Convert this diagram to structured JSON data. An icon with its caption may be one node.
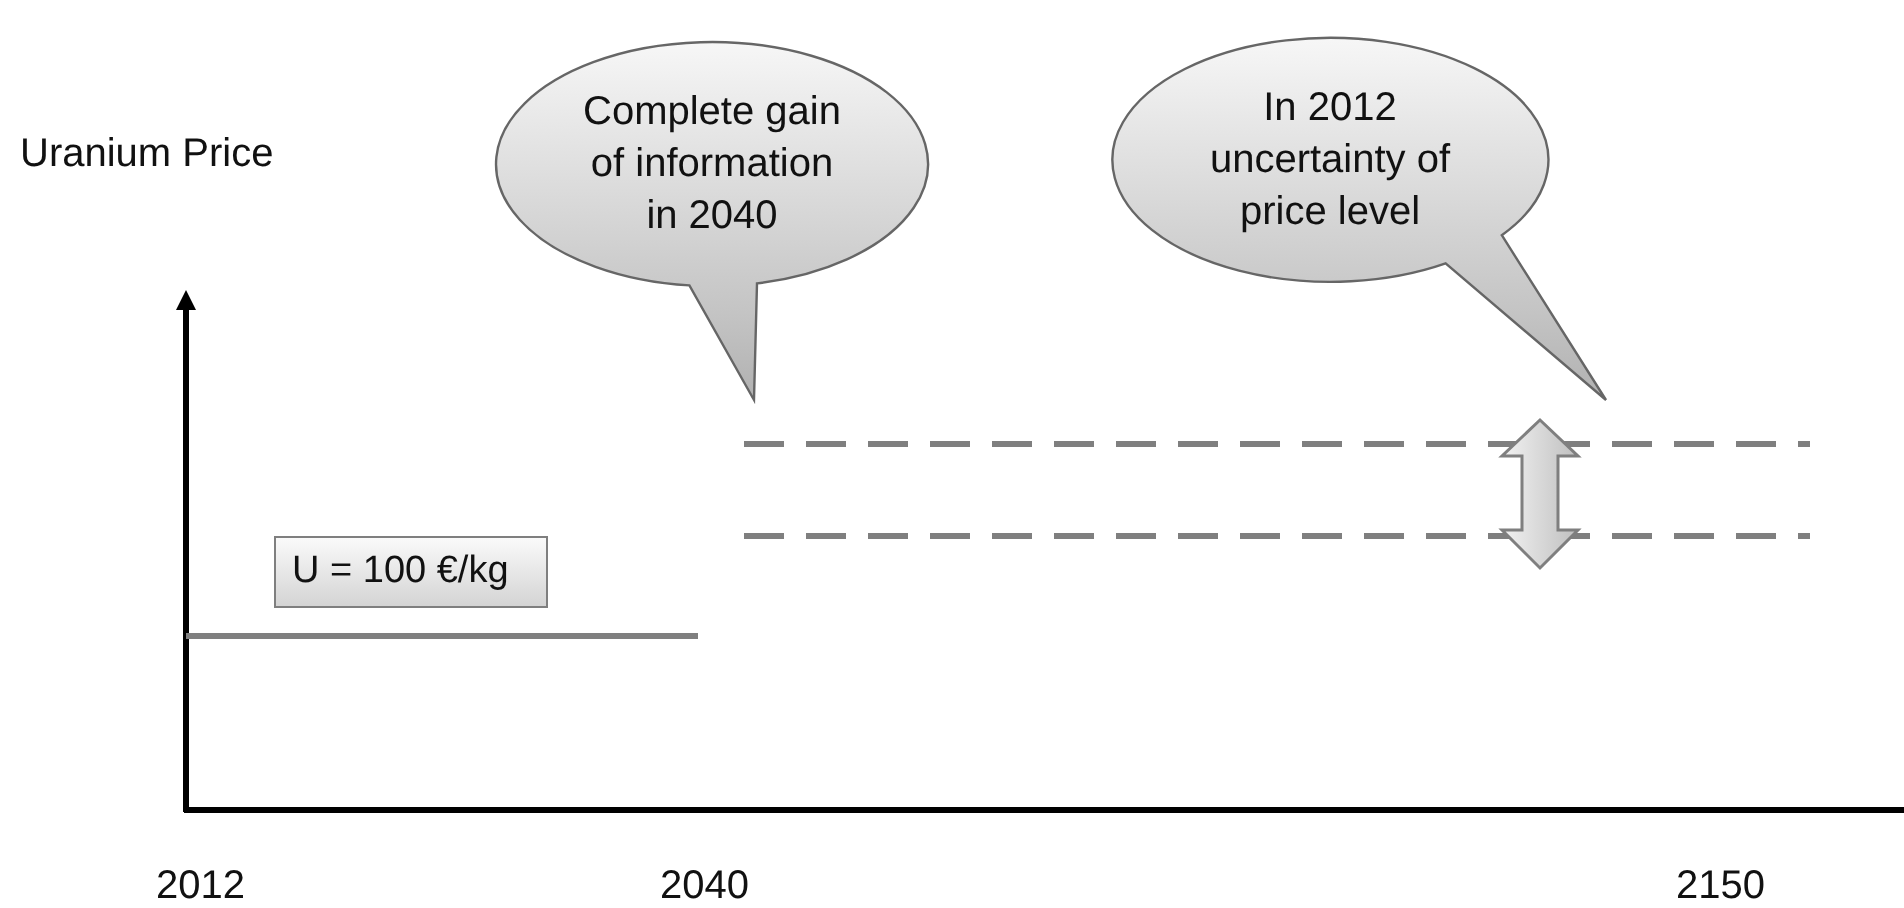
{
  "diagram": {
    "nodes": [
      {
        "text": [
          "Complete gain of information in 2040"
        ]
      },
      {
        "text": [
          "In 2012 uncertainty of price level"
        ]
      },
      {
        "text": [
          "U = 100 €/kg"
        ]
      }
    ],
    "labels": [
      "Uranium Price",
      "2012",
      "2040",
      "2150"
    ]
  }
}
